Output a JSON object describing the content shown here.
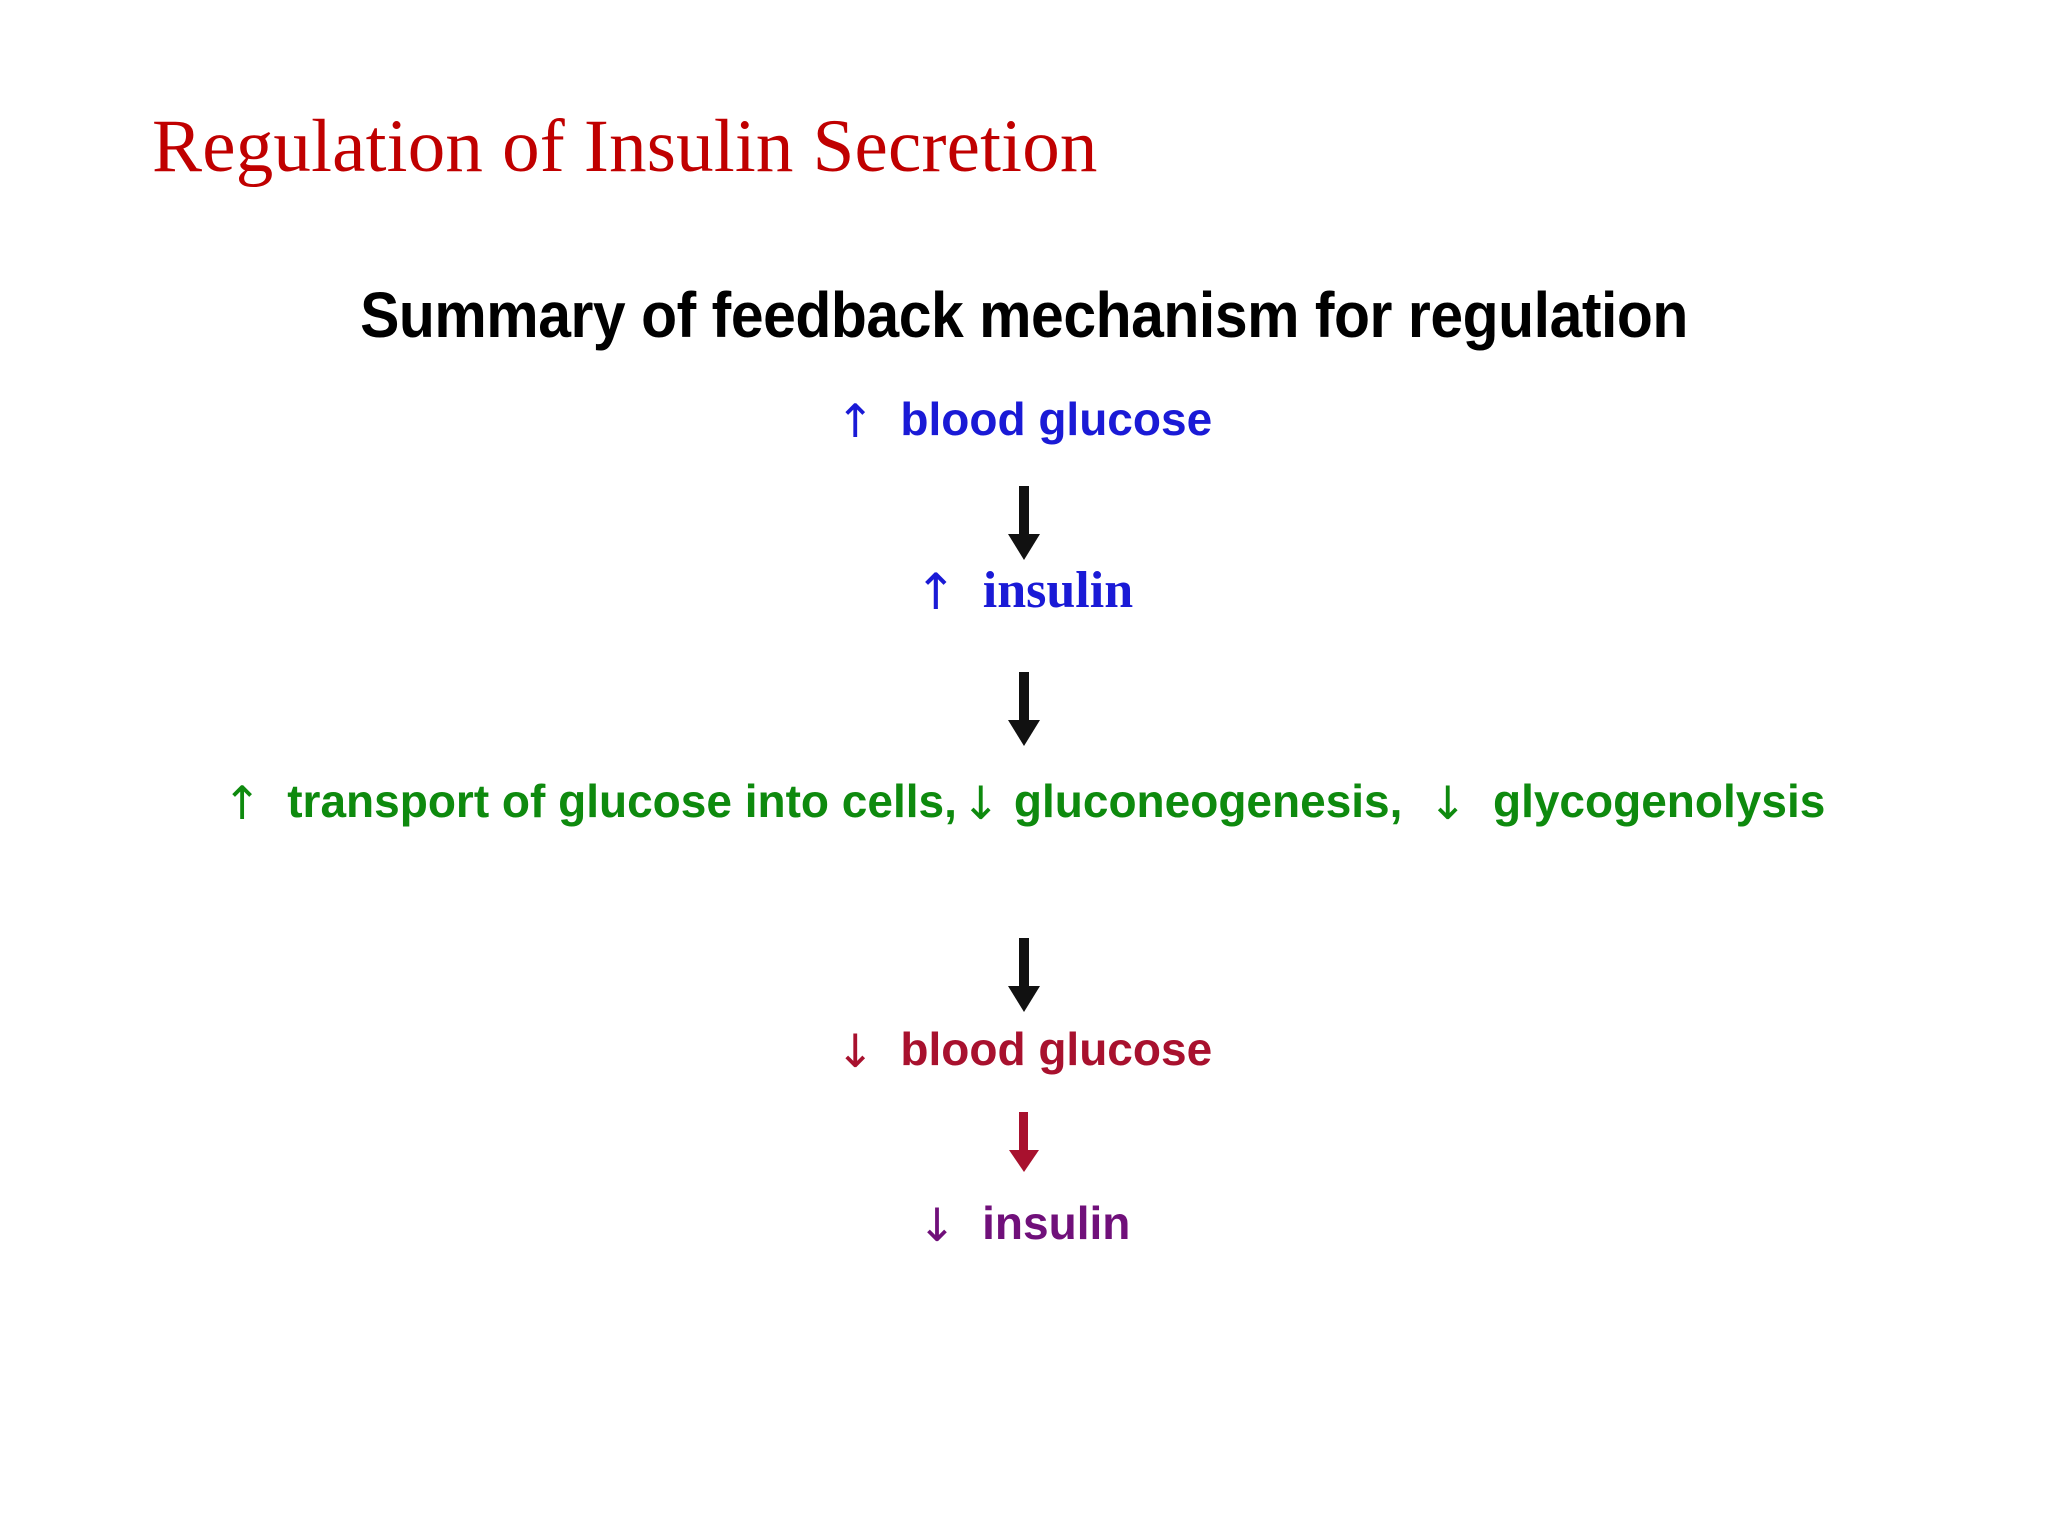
{
  "slide": {
    "title": "Regulation of Insulin Secretion",
    "subtitle": "Summary of feedback mechanism for regulation",
    "title_color": "#C00000",
    "subtitle_color": "#000000",
    "background_color": "#FFFFFF"
  },
  "colors": {
    "blue": "#1A1AD6",
    "green": "#0E8A0E",
    "crimson": "#A8112E",
    "purple": "#70107A",
    "black": "#111111"
  },
  "flow": {
    "steps": [
      {
        "id": "step-increase-blood-glucose",
        "arrow": "↑",
        "label": "blood glucose",
        "color": "#1A1AD6",
        "style": "sans"
      },
      {
        "id": "step-increase-insulin",
        "arrow": "↑",
        "label": "insulin",
        "color": "#1A1AD6",
        "style": "serif"
      },
      {
        "id": "step-glucose-effects",
        "line1_arrow": "↑",
        "line1_label": "transport of glucose into cells,",
        "line2_arrow_a": "↓",
        "line2_label_a": "gluconeogenesis,",
        "line2_arrow_b": "↓",
        "line2_label_b": "glycogenolysis",
        "color": "#0E8A0E",
        "style": "sans"
      },
      {
        "id": "step-decrease-blood-glucose",
        "arrow": "↓",
        "label": "blood glucose",
        "color": "#A8112E",
        "style": "sans"
      },
      {
        "id": "step-decrease-insulin",
        "arrow": "↓",
        "label": "insulin",
        "color": "#70107A",
        "style": "sans"
      }
    ],
    "connectors": [
      {
        "id": "connector-1",
        "direction": "down",
        "color": "#111111",
        "length": "long"
      },
      {
        "id": "connector-2",
        "direction": "down",
        "color": "#111111",
        "length": "long"
      },
      {
        "id": "connector-3",
        "direction": "down",
        "color": "#111111",
        "length": "long"
      },
      {
        "id": "connector-4",
        "direction": "down",
        "color": "#A8112E",
        "length": "short"
      }
    ]
  }
}
